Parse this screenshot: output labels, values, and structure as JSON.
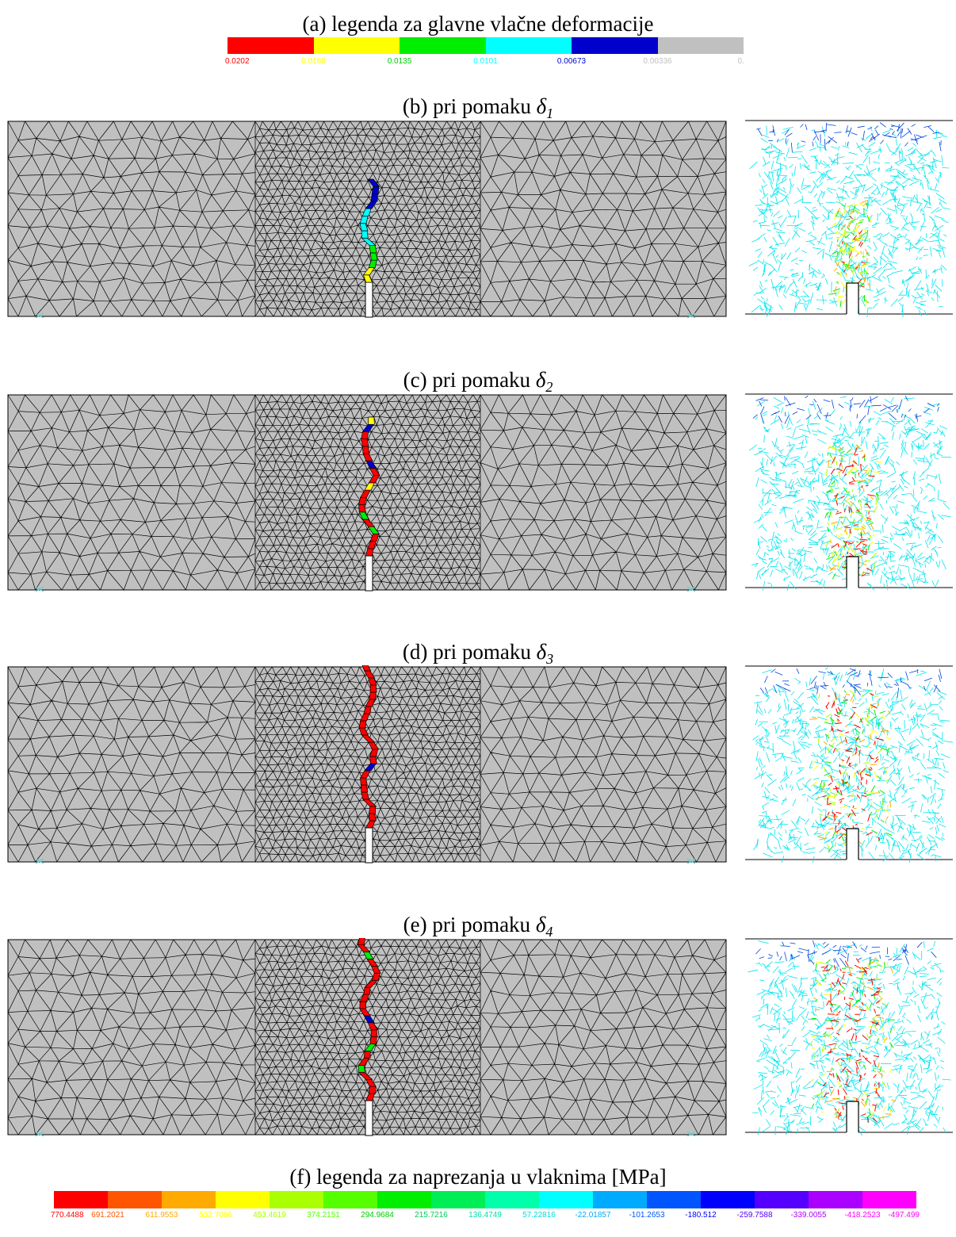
{
  "legend_a": {
    "caption": "(a) legenda za glavne vlačne deformacije",
    "colors": [
      "#ff0000",
      "#ffff00",
      "#00ee00",
      "#00ffff",
      "#0000cc",
      "#c0c0c0"
    ],
    "labels": [
      "0.0202",
      "0.0168",
      "0.0135",
      "0.0101",
      "0.00673",
      "0.00336",
      "0."
    ],
    "label_colors": [
      "#ff0000",
      "#ffff00",
      "#00cc00",
      "#00ffff",
      "#0000cc",
      "#c0c0c0",
      "#c0c0c0"
    ]
  },
  "panels": [
    {
      "prefix": "(b) pri pomaku ",
      "symbol": "δ",
      "sub": "1"
    },
    {
      "prefix": "(c) pri pomaku ",
      "symbol": "δ",
      "sub": "2"
    },
    {
      "prefix": "(d) pri pomaku ",
      "symbol": "δ",
      "sub": "3"
    },
    {
      "prefix": "(e) pri pomaku ",
      "symbol": "δ",
      "sub": "4"
    }
  ],
  "legend_f": {
    "caption": "(f) legenda za naprezanja u vlaknima [MPa]",
    "colors": [
      "#ff0000",
      "#ff5500",
      "#ffaa00",
      "#ffff00",
      "#aaff00",
      "#55ff00",
      "#00ee00",
      "#00ee55",
      "#00ffaa",
      "#00ffff",
      "#00aaff",
      "#0055ff",
      "#0000ff",
      "#5500ff",
      "#aa00ff",
      "#ff00ff"
    ],
    "labels": [
      "770.4488",
      "691.2021",
      "611.9553",
      "532.7086",
      "453.4619",
      "374.2151",
      "294.9684",
      "215.7216",
      "136.4749",
      "57.22816",
      "-22.01857",
      "-101.2653",
      "-180.512",
      "-259.7588",
      "-339.0055",
      "-418.2523",
      "-497.499"
    ],
    "label_colors": [
      "#ff0000",
      "#ff5500",
      "#ffaa00",
      "#ffff00",
      "#aaff00",
      "#55ff00",
      "#00cc00",
      "#00cc55",
      "#00ddaa",
      "#00dddd",
      "#00aaff",
      "#0055ff",
      "#0000ff",
      "#5500ff",
      "#aa00ff",
      "#ff00ff",
      "#ff00ff"
    ]
  }
}
